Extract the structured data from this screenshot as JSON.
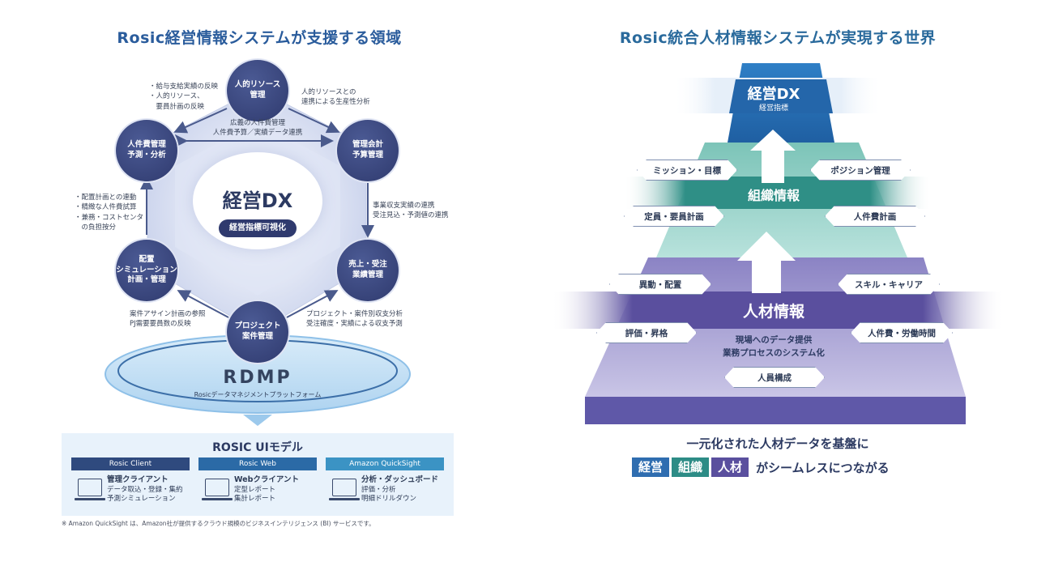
{
  "left": {
    "title": "Rosic経営情報システムが支援する領域",
    "center": {
      "title": "経営DX",
      "pill": "経営指標可視化"
    },
    "nodes": {
      "hr": "人的リソース\n管理",
      "cost": "人件費管理\n予測・分析",
      "acct": "管理会計\n予算管理",
      "sim": "配置\nシミュレーション\n計画・管理",
      "sales": "売上・受注\n業績管理",
      "proj": "プロジェクト\n案件管理"
    },
    "notes": {
      "top_left": "・給与支給実績の反映\n・人的リソース、\n　要員計画の反映",
      "top_right": "人的リソースとの\n連携による生産性分析",
      "mid_top": "広義の人件費管理\n人件費予算／実績データ連携",
      "left_mid": "・配置計画との連動\n・精緻な人件費試算\n・兼務・コストセンタ\n　の負担按分",
      "right_mid": "事業収支実績の連携\n受注見込・予測値の連携",
      "bottom_left": "案件アサイン計画の参照\nPJ需要要員数の反映",
      "bottom_right": "プロジェクト・案件別収支分析\n受注確度・実績による収支予測"
    },
    "platform": {
      "logo": "RDMP",
      "label": "Rosicデータマネジメントプラットフォーム"
    },
    "ui_model": {
      "title": "ROSIC UIモデル",
      "tools": [
        {
          "head": "Rosic Client",
          "title": "管理クライアント",
          "lines": [
            "データ取込・登録・集約",
            "予測シミュレーション"
          ]
        },
        {
          "head": "Rosic Web",
          "title": "Webクライアント",
          "lines": [
            "定型レポート",
            "集計レポート"
          ]
        },
        {
          "head": "Amazon QuickSight",
          "title": "分析・ダッシュボード",
          "lines": [
            "評価・分析",
            "明細ドリルダウン"
          ]
        }
      ]
    },
    "footnote": "※ Amazon QuickSight は、Amazon社が提供するクラウド規模のビジネスインテリジェンス (BI) サービスです。"
  },
  "right": {
    "title": "Rosic統合人材情報システムが実現する世界",
    "tiers": {
      "top": {
        "title": "経営DX",
        "sub": "経営指標"
      },
      "mid": {
        "title": "組織情報"
      },
      "bottom": {
        "title": "人材情報",
        "sub1": "現場へのデータ提供",
        "sub2": "業務プロセスのシステム化"
      }
    },
    "tags": {
      "mission": "ミッション・目標",
      "position": "ポジション管理",
      "headcount": "定員・要員計画",
      "labor_plan": "人件費計画",
      "transfer": "異動・配置",
      "skill": "スキル・キャリア",
      "eval": "評価・昇格",
      "labor_time": "人件費・労働時間",
      "composition": "人員構成"
    },
    "caption": "一元化された人材データを基盤に",
    "chips": [
      "経営",
      "組織",
      "人材"
    ],
    "chip_tail": "がシームレスにつながる",
    "colors": {
      "chip1": "#2f6db0",
      "chip2": "#2d8c86",
      "chip3": "#5a4f9e"
    }
  }
}
